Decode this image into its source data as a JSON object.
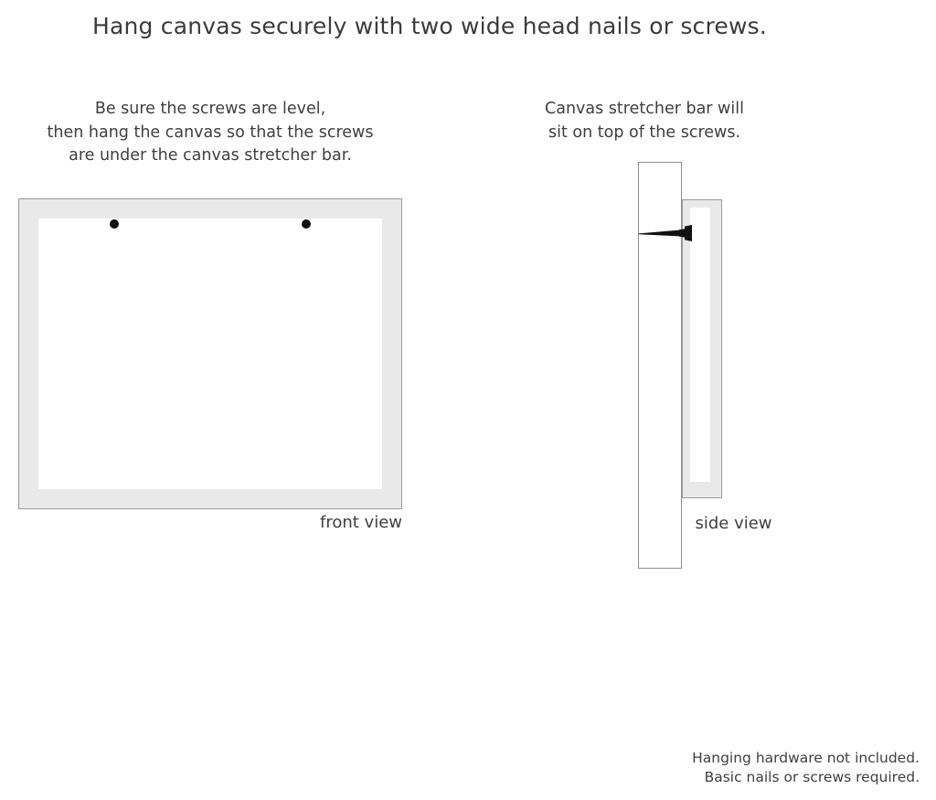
{
  "title": "Hang canvas securely with two wide head nails or screws.",
  "front_panel": {
    "caption_lines": [
      "Be sure the screws are level,",
      "then hang the canvas so that the screws",
      "are under the canvas stretcher bar."
    ],
    "view_label": "front view",
    "screw_count": 2,
    "colors": {
      "frame_fill": "#e9e9e9",
      "frame_border": "#9a9a9a",
      "inner_fill": "#ffffff",
      "screw_dot": "#101010"
    }
  },
  "side_panel": {
    "caption_lines": [
      "Canvas stretcher bar will",
      "sit on top of the screws."
    ],
    "view_label": "side view",
    "colors": {
      "wall_fill": "#ffffff",
      "wall_border": "#8e8e8e",
      "canvas_fill": "#e9e9e9",
      "canvas_border": "#9a9a9a",
      "screw": "#101010"
    }
  },
  "footer_lines": [
    "Hanging hardware not included.",
    "Basic nails or screws required."
  ]
}
